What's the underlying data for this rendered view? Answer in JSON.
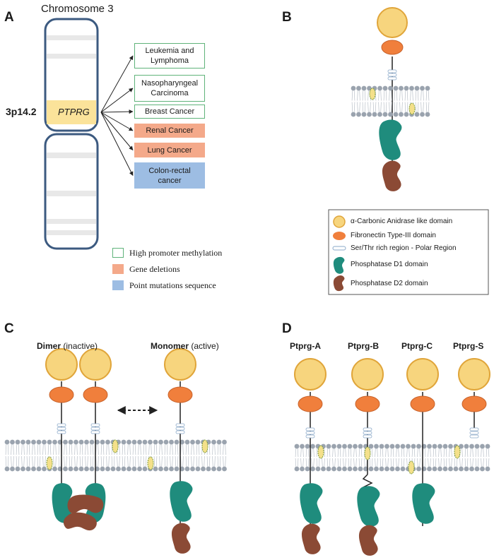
{
  "panels": {
    "a": "A",
    "b": "B",
    "c": "C",
    "d": "D"
  },
  "panel_a": {
    "title": "Chromosome 3",
    "locus": "3p14.2",
    "gene": "PTPRG",
    "cancers": [
      {
        "text": "Leukemia and Lymphoma",
        "kind": "methylation"
      },
      {
        "text": "Nasopharyngeal Carcinoma",
        "kind": "methylation"
      },
      {
        "text": "Breast Cancer",
        "kind": "methylation"
      },
      {
        "text": "Renal Cancer",
        "kind": "deletion"
      },
      {
        "text": "Lung Cancer",
        "kind": "deletion"
      },
      {
        "text": "Colon-rectal cancer",
        "kind": "mutation"
      }
    ],
    "legend": [
      {
        "text": "High promoter methylation",
        "kind": "methylation"
      },
      {
        "text": "Gene deletions",
        "kind": "deletion"
      },
      {
        "text": "Point mutations sequence",
        "kind": "mutation"
      }
    ]
  },
  "panel_b": {
    "legend": [
      {
        "text": "α-Carbonic Anidrase like domain",
        "icon": "carbonic-anhydrase-circle-icon"
      },
      {
        "text": "Fibronectin Type-III domain",
        "icon": "fibronectin-oval-icon"
      },
      {
        "text": "Ser/Thr rich region - Polar Region",
        "icon": "polar-region-capsule-icon"
      },
      {
        "text": "Phosphatase D1 domain",
        "icon": "phosphatase-d1-icon"
      },
      {
        "text": "Phosphatase D2 domain",
        "icon": "phosphatase-d2-icon"
      }
    ]
  },
  "panel_c": {
    "dimer": {
      "bold": "Dimer",
      "state": "(inactive)"
    },
    "monomer": {
      "bold": "Monomer",
      "state": "(active)"
    }
  },
  "panel_d": {
    "isoforms": [
      "Ptprg-A",
      "Ptprg-B",
      "Ptprg-C",
      "Ptprg-S"
    ]
  },
  "colors": {
    "carbonic": "#f7d57e",
    "carbonic_stroke": "#e0a53a",
    "fibronectin": "#f07f3c",
    "d1": "#1f8c7d",
    "d2": "#8b4a35",
    "membrane_head": "#9aa3ae",
    "methylation": "#5fb37a",
    "deletion": "#f4a98a",
    "mutation": "#9dbde3",
    "chromosome": "#3c5a80",
    "highlight": "#fbe39a"
  }
}
